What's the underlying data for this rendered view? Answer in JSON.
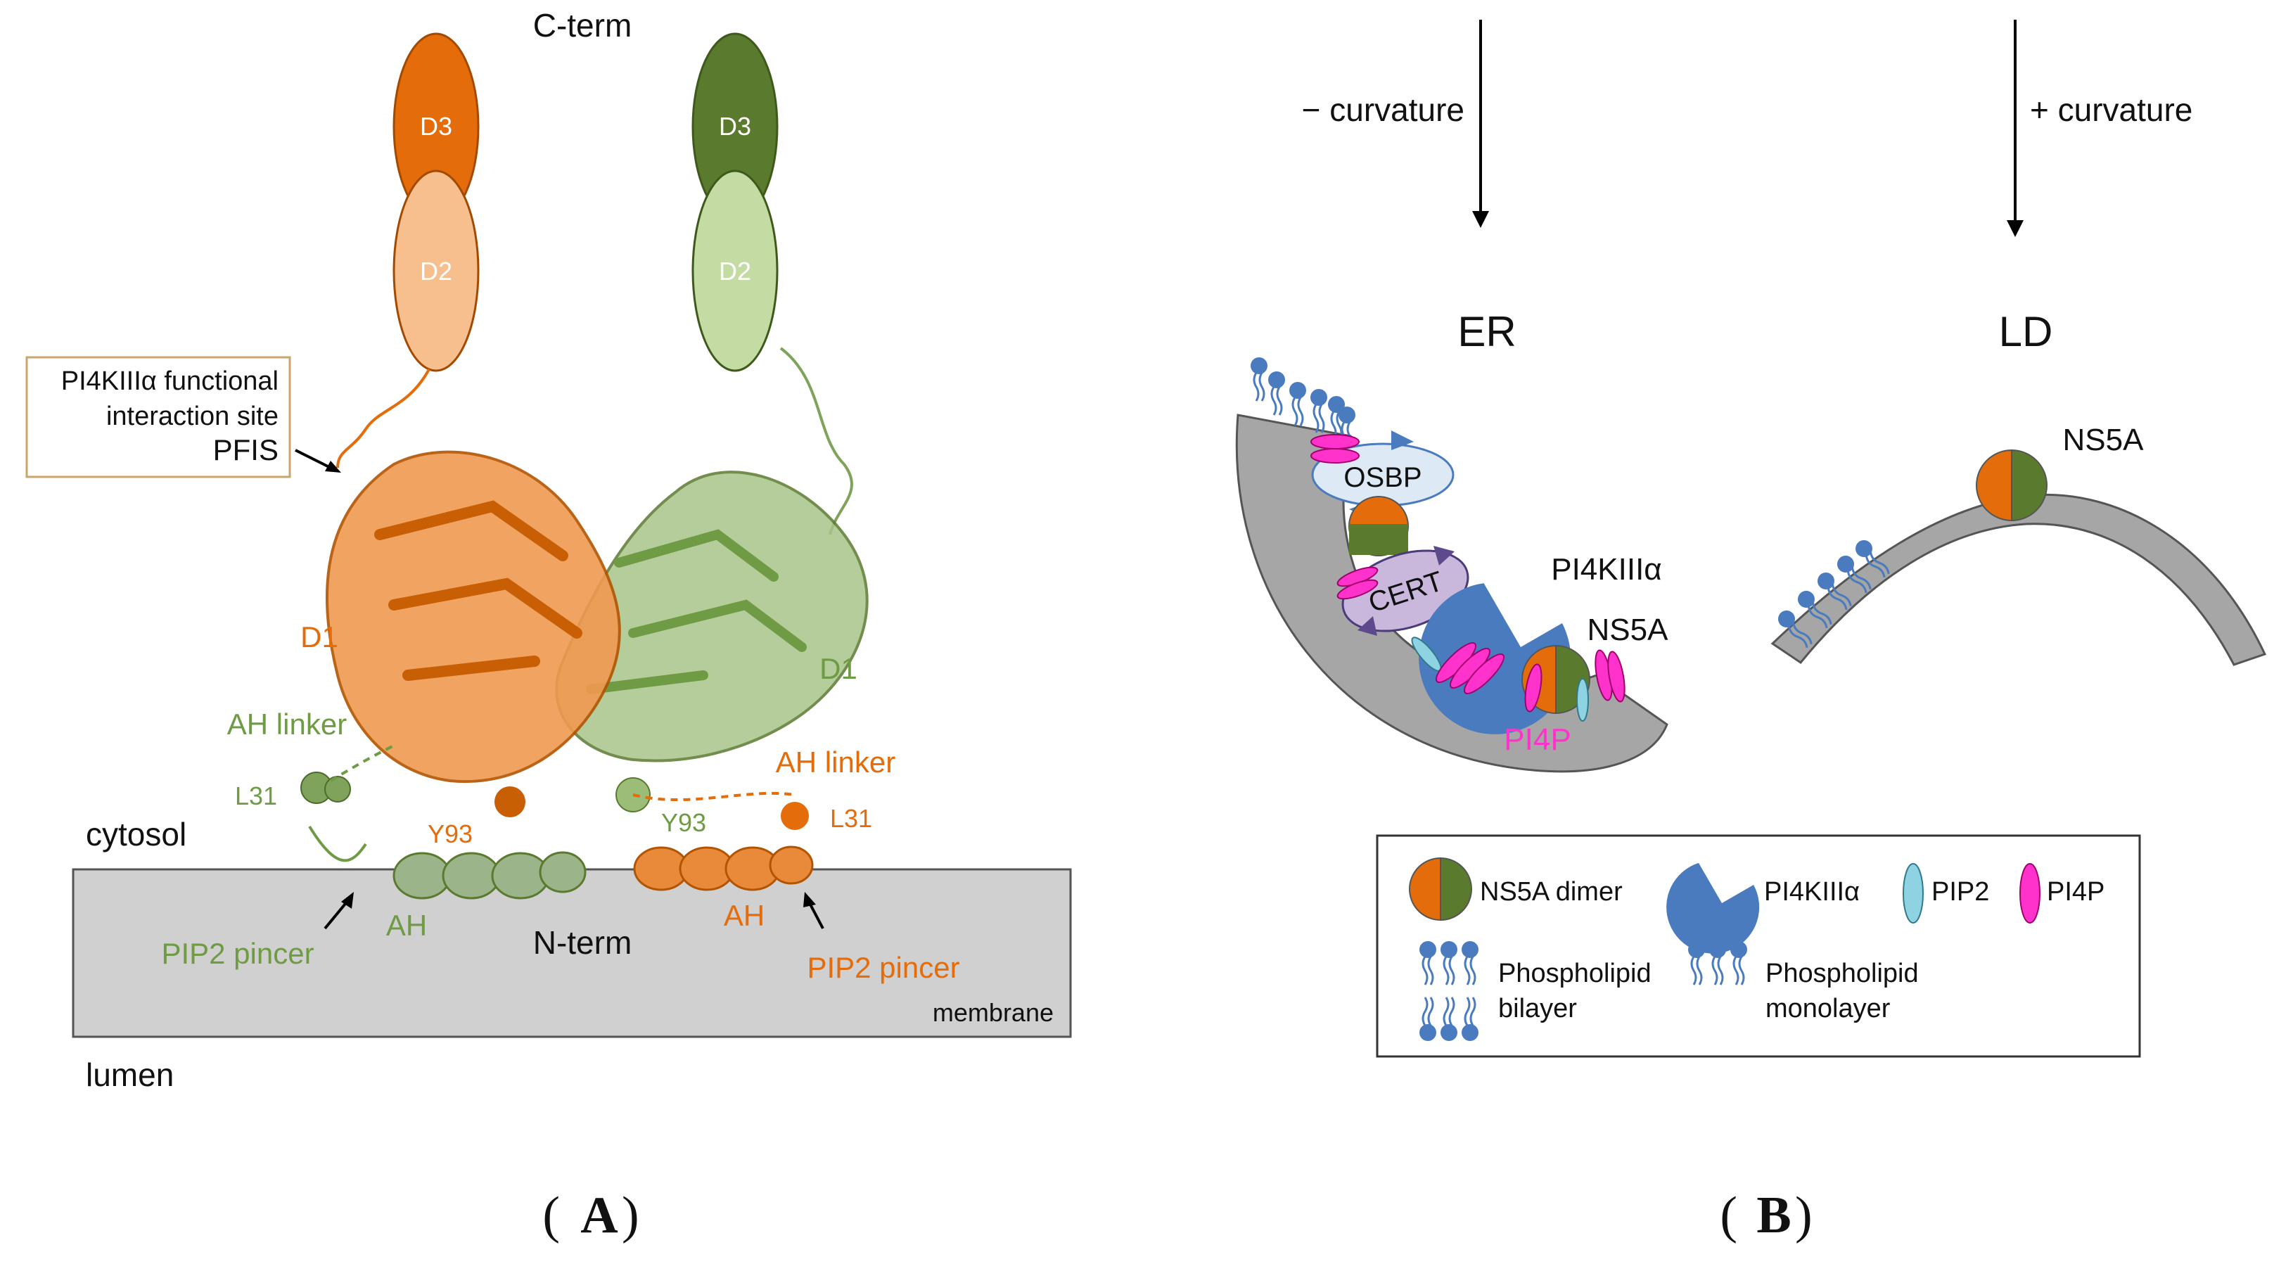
{
  "colors": {
    "orange": "#e46c0a",
    "orange_light": "#f7be8e",
    "green": "#5a7a2e",
    "green_light": "#c5dba4",
    "green_text": "#6f9b45",
    "blue": "#4a7bbf",
    "membrane_fill": "#d0d0d0",
    "curve_fill": "#a6a6a6",
    "magenta": "#ff33cc",
    "cyan": "#8fd3e3",
    "osbp_fill": "#dde9f5",
    "cert_fill": "#c9b8dc"
  },
  "panel_a": {
    "label": "A",
    "c_term": "C-term",
    "n_term": "N-term",
    "d3_left": "D3",
    "d2_left": "D2",
    "d3_right": "D3",
    "d2_right": "D2",
    "pfis_line1": "PI4KIIIα functional",
    "pfis_line2": "interaction site",
    "pfis_line3": "PFIS",
    "d1_left": "D1",
    "d1_right": "D1",
    "ah_linker_left": "AH linker",
    "ah_linker_right": "AH linker",
    "l31_left": "L31",
    "l31_right": "L31",
    "y93_left": "Y93",
    "y93_right": "Y93",
    "cytosol": "cytosol",
    "ah_left": "AH",
    "ah_right": "AH",
    "pip2_pincer_left": "PIP2 pincer",
    "pip2_pincer_right": "PIP2 pincer",
    "membrane": "membrane",
    "lumen": "lumen"
  },
  "panel_b": {
    "label": "B",
    "neg_curvature": "− curvature",
    "pos_curvature": "+ curvature",
    "er": "ER",
    "ld": "LD",
    "osbp": "OSBP",
    "cert": "CERT",
    "pi4k": "PI4KIIIα",
    "ns5a_er": "NS5A",
    "pi4p": "PI4P",
    "ns5a_ld": "NS5A",
    "legend": {
      "ns5a_dimer": "NS5A dimer",
      "pi4k": "PI4KIIIα",
      "pip2": "PIP2",
      "pi4p": "PI4P",
      "bilayer_1": "Phospholipid",
      "bilayer_2": "bilayer",
      "monolayer_1": "Phospholipid",
      "monolayer_2": "monolayer"
    }
  }
}
